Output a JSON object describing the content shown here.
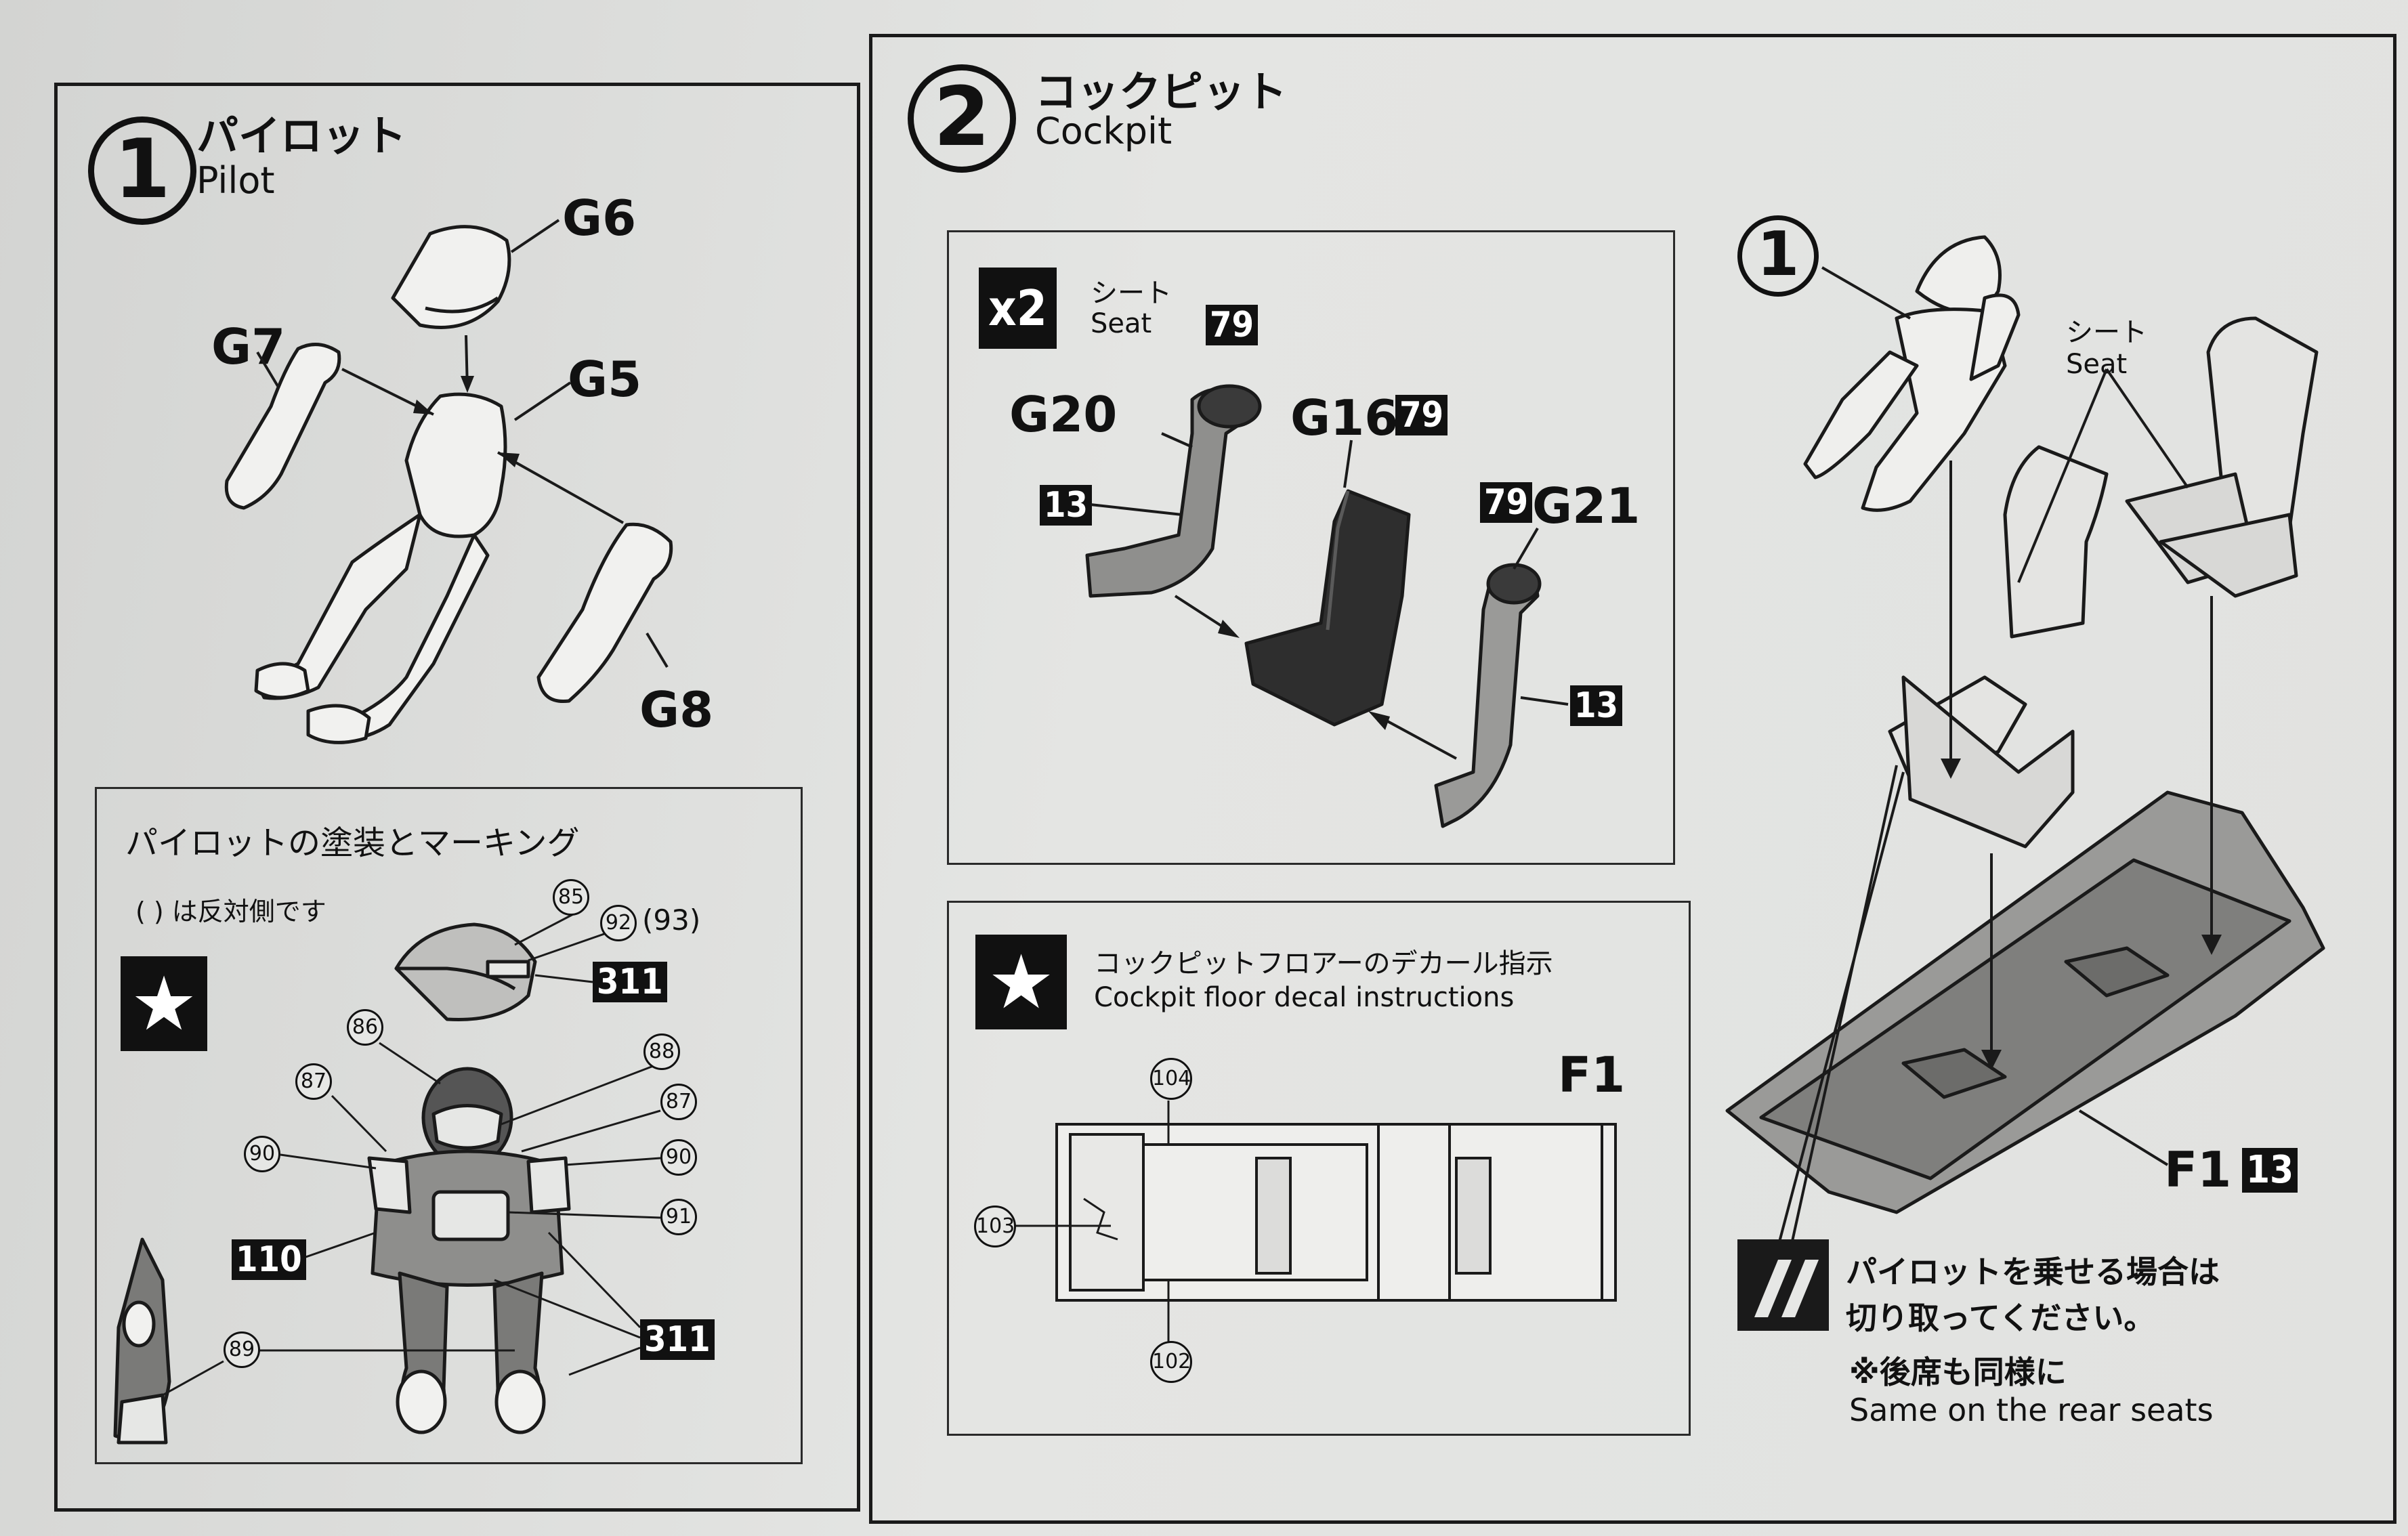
{
  "step1": {
    "number": "1",
    "title_ja": "パイロット",
    "title_en": "Pilot",
    "parts": {
      "g6": "G6",
      "g7": "G7",
      "g5": "G5",
      "g8": "G8"
    }
  },
  "painting": {
    "title": "パイロットの塗装とマーキング",
    "note": "( ) は反対側です",
    "star": "★",
    "callouts": {
      "n85": "85",
      "n92": "92",
      "n93": "(93)",
      "t311a": "311",
      "n86": "86",
      "n88": "88",
      "n87a": "87",
      "n87b": "87",
      "n90a": "90",
      "n90b": "90",
      "n91": "91",
      "t110": "110",
      "t311b": "311",
      "n89": "89"
    }
  },
  "step2": {
    "number": "2",
    "title_ja": "コックピット",
    "title_en": "Cockpit"
  },
  "seat_box": {
    "multiplier": "x2",
    "label_ja": "シート",
    "label_en": "Seat",
    "parts": {
      "g20": "G20",
      "g16": "G16",
      "g21": "G21"
    },
    "tags": {
      "t79a": "79",
      "t79b": "79",
      "t79c": "79",
      "t13a": "13",
      "t13b": "13"
    }
  },
  "decal_box": {
    "star": "★",
    "title_ja": "コックピットフロアーのデカール指示",
    "title_en": "Cockpit floor decal instructions",
    "part": "F1",
    "callouts": {
      "n104": "104",
      "n103": "103",
      "n102": "102"
    }
  },
  "assembly": {
    "ref": "1",
    "seat_ja": "シート",
    "seat_en": "Seat",
    "floor_part": "F1",
    "floor_tag": "13",
    "cut_note_ja_1": "パイロットを乗せる場合は",
    "cut_note_ja_2": "切り取ってください。",
    "rear_note_ja": "※後席も同様に",
    "rear_note_en": "Same on the rear seats"
  }
}
